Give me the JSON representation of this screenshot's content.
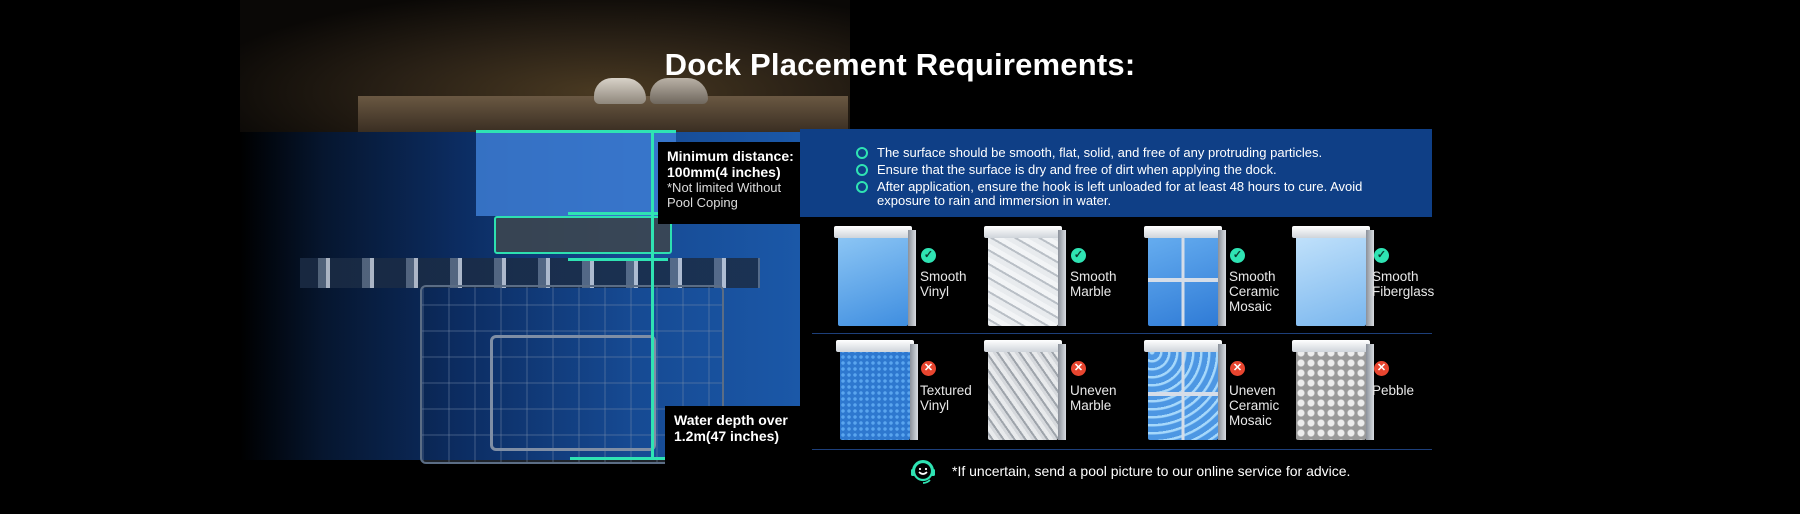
{
  "title": "Dock Placement Requirements:",
  "labels": {
    "min_distance_strong": "Minimum distance:",
    "min_distance_value": "100mm(4 inches)",
    "min_distance_note": "*Not limited Without Pool Coping",
    "water_depth": "Water depth over 1.2m(47 inches)"
  },
  "requirements": [
    "The surface should be smooth, flat, solid, and free of any protruding particles.",
    "Ensure that the surface is dry and free of dirt when applying the dock.",
    "After application, ensure the hook is left unloaded for at least 48 hours to cure. Avoid exposure to rain and immersion in water."
  ],
  "suitable": [
    {
      "label": "Smooth\nVinyl",
      "status": "check-icon"
    },
    {
      "label": "Smooth\nMarble",
      "status": "check-icon"
    },
    {
      "label": "Smooth\nCeramic\nMosaic",
      "status": "check-icon"
    },
    {
      "label": "Smooth\nFiberglass",
      "status": "check-icon"
    }
  ],
  "unsuitable": [
    {
      "label": "Textured\nVinyl",
      "status": "cross-icon"
    },
    {
      "label": "Uneven\nMarble",
      "status": "cross-icon"
    },
    {
      "label": "Uneven\nCeramic\nMosaic",
      "status": "cross-icon"
    },
    {
      "label": "Pebble",
      "status": "cross-icon"
    }
  ],
  "footer": "*If uncertain, send a pool picture to our online service for advice.",
  "colors": {
    "accent": "#2fe3b3",
    "panel": "#0f3f86",
    "no": "#e8452f"
  }
}
